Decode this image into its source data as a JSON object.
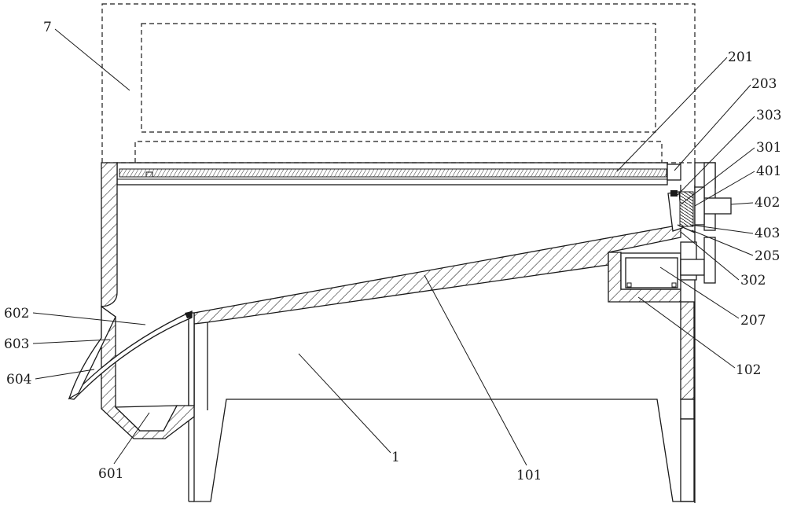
{
  "labels": {
    "l7": "7",
    "l201": "201",
    "l203": "203",
    "l303": "303",
    "l301": "301",
    "l401": "401",
    "l402": "402",
    "l403": "403",
    "l205": "205",
    "l302": "302",
    "l207": "207",
    "l102": "102",
    "l602": "602",
    "l603": "603",
    "l604": "604",
    "l601": "601",
    "l1": "1",
    "l101": "101"
  }
}
